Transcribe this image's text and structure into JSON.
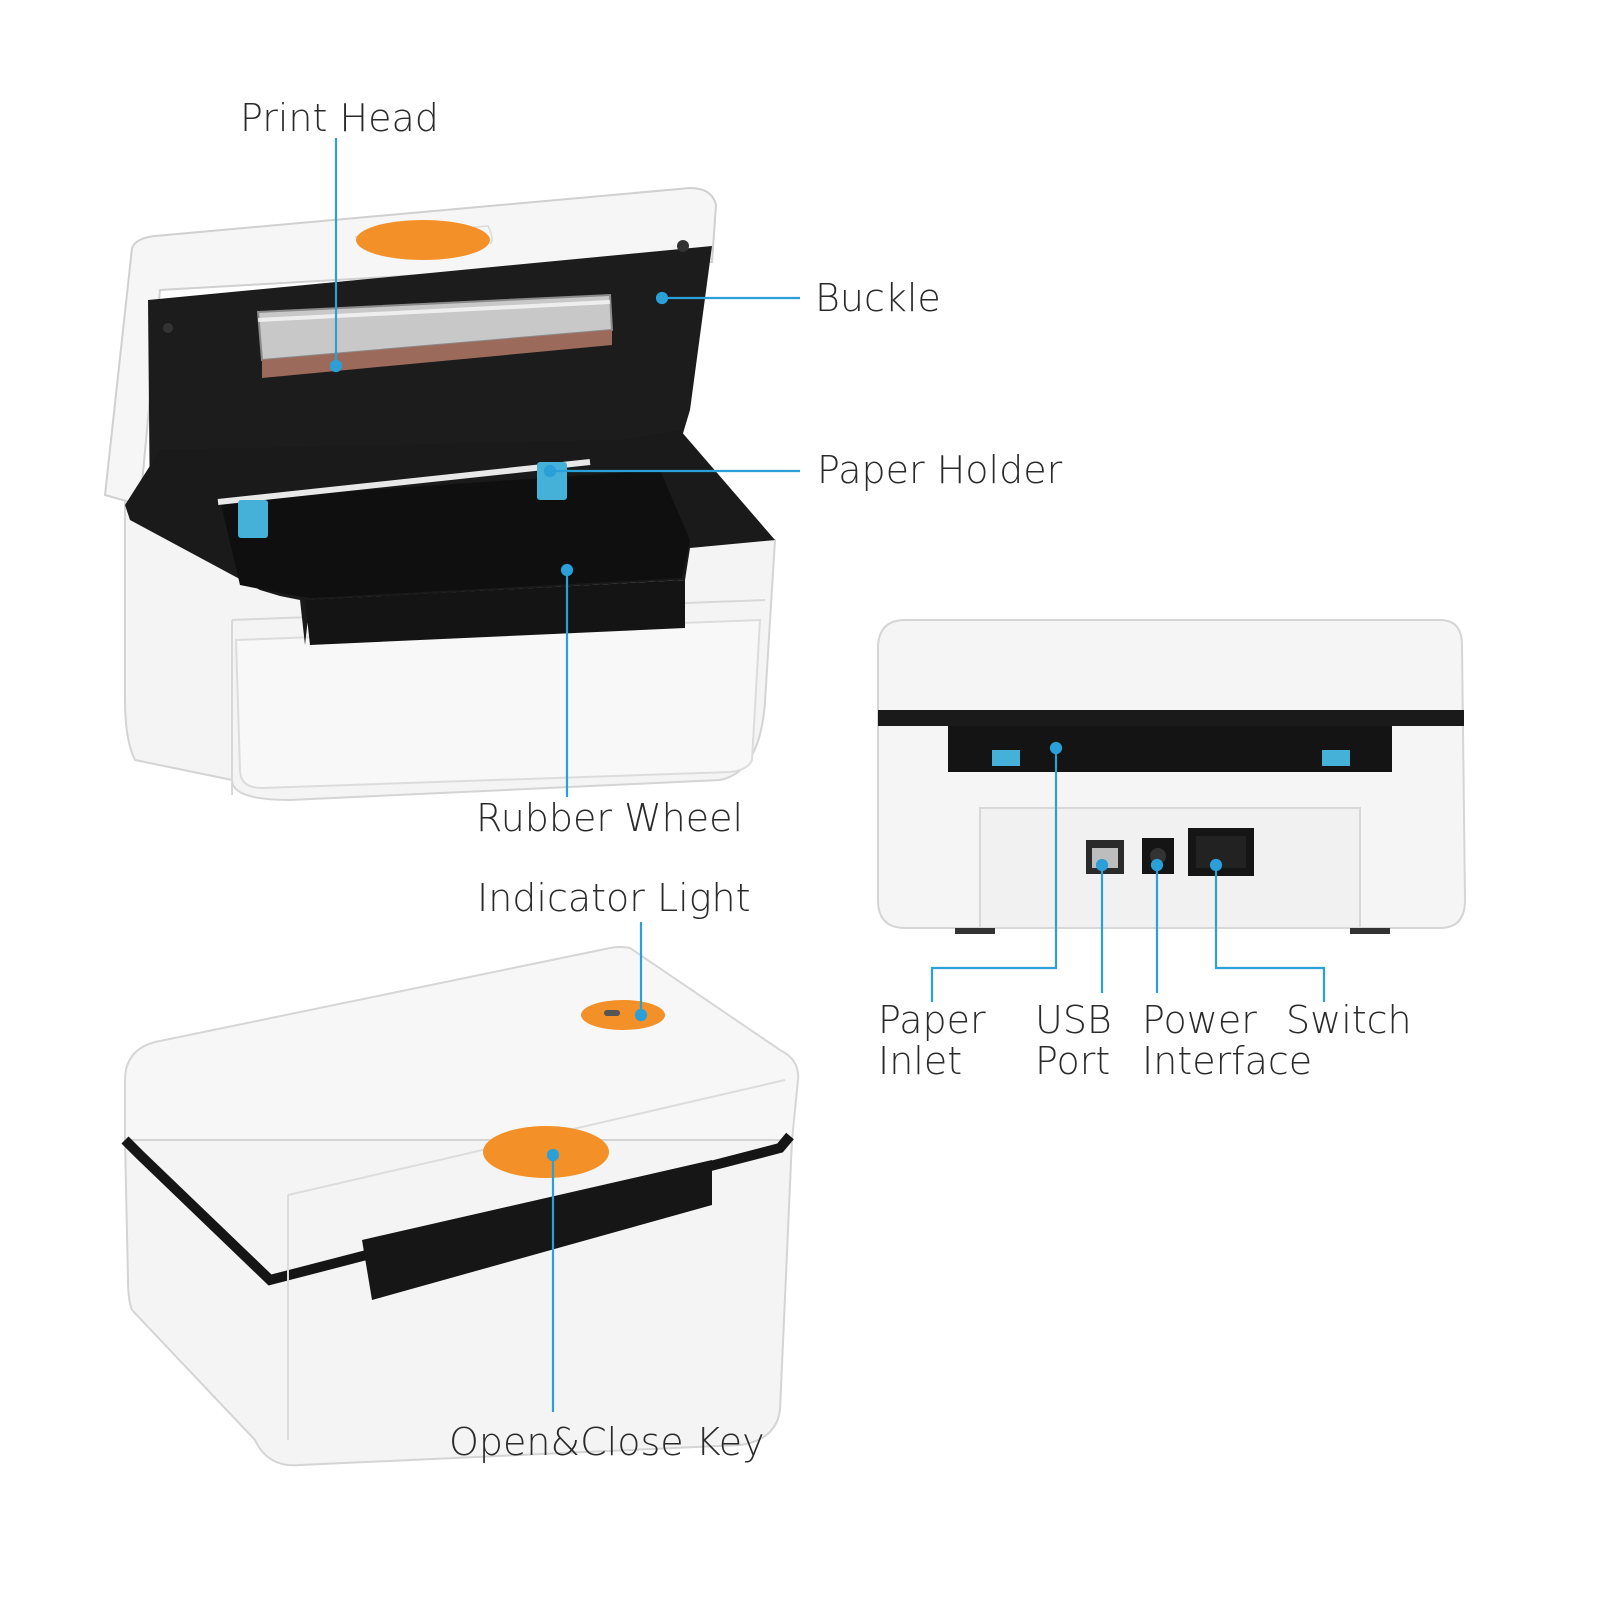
{
  "labels": {
    "print_head": "Print Head",
    "buckle": "Buckle",
    "paper_holder": "Paper Holder",
    "rubber_wheel": "Rubber Wheel",
    "indicator_light": "Indicator Light",
    "open_close_key": "Open&Close Key",
    "paper_inlet": [
      "Paper",
      "Inlet"
    ],
    "usb_port": [
      "USB",
      "Port"
    ],
    "power_interface": [
      "Power",
      "Interface"
    ],
    "switch": "Switch"
  },
  "colors": {
    "callout": "#2a9fd8",
    "orange": "#f39028",
    "body": "#f4f4f4",
    "dark": "#151515",
    "holder": "#45b0d8"
  }
}
